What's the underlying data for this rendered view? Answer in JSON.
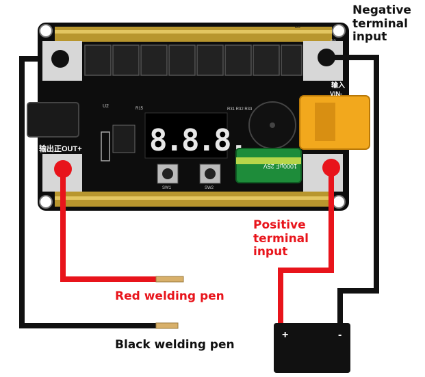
{
  "labels": {
    "negative_terminal": "Negative\nterminal\ninput",
    "positive_terminal": "Positive\nterminal\ninput",
    "red_pen": "Red welding pen",
    "black_pen": "Black welding pen"
  },
  "board": {
    "display_digits": "8.8.8.",
    "output_marking": "输出正OUT+",
    "input_marking": "输入\nVIN-",
    "capacitor_text": "1000μF 25V",
    "button_1": "SW1",
    "button_2": "SW2",
    "chip_u2": "U2",
    "chip_r15": "R15",
    "chip_r31": "R31 R32 R33",
    "chip_d5": "D5",
    "chip_r9": "R9"
  },
  "battery": {
    "plus": "+",
    "minus": "-"
  },
  "colors": {
    "wire_red": "#e8141b",
    "wire_black": "#111111",
    "pcb": "#0d0d0d",
    "copper": "#b8962e",
    "display": "#e8e8e8",
    "connector": "#f2a81d"
  }
}
